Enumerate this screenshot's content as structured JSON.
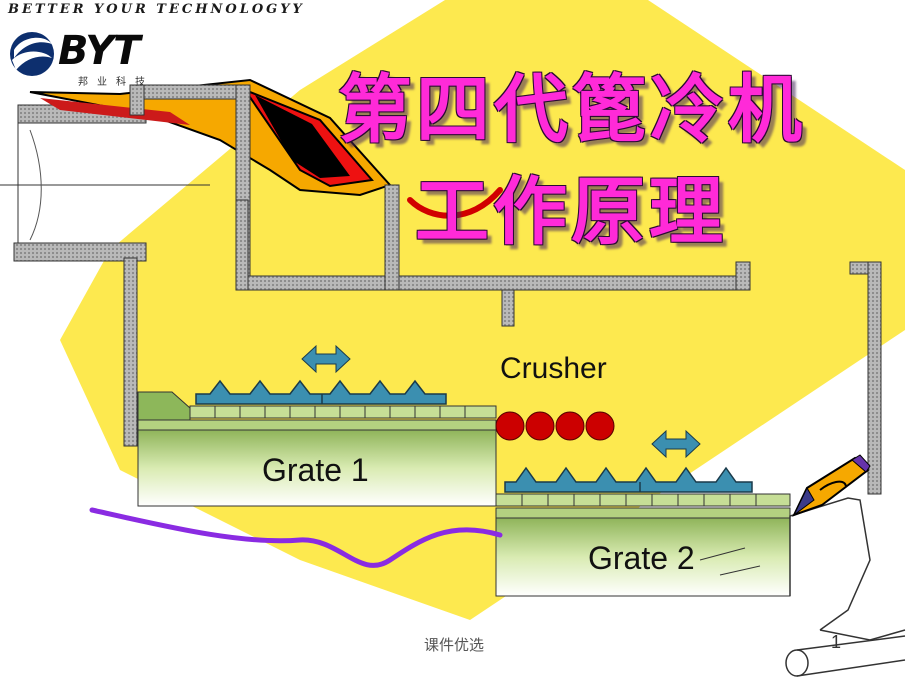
{
  "header": {
    "tagline": "BETTER YOUR TECHNOLOGYY",
    "logo_text": "BYT",
    "logo_subtitle": "邦业科技"
  },
  "title": {
    "line1": "第四代篦冷机",
    "line2": "工作原理"
  },
  "diagram": {
    "crusher_label": "Crusher",
    "grate1_label": "Grate 1",
    "grate2_label": "Grate 2"
  },
  "footer": {
    "text": "课件优选",
    "page_number": "1"
  },
  "colors": {
    "background_diamond": "#fde94f",
    "wall_gray": "#a8a8a8",
    "grate_green": "#c6de96",
    "plate_blue": "#3b8fb0",
    "crusher_red": "#cc0000",
    "clinker_line": "#8a2be2",
    "title_magenta": "#ff2ad8"
  },
  "icons": {
    "move_arrow": "double-arrow-icon",
    "pen": "pencil-icon",
    "flame": "burner-flame-icon",
    "logo": "byt-logo-icon"
  }
}
